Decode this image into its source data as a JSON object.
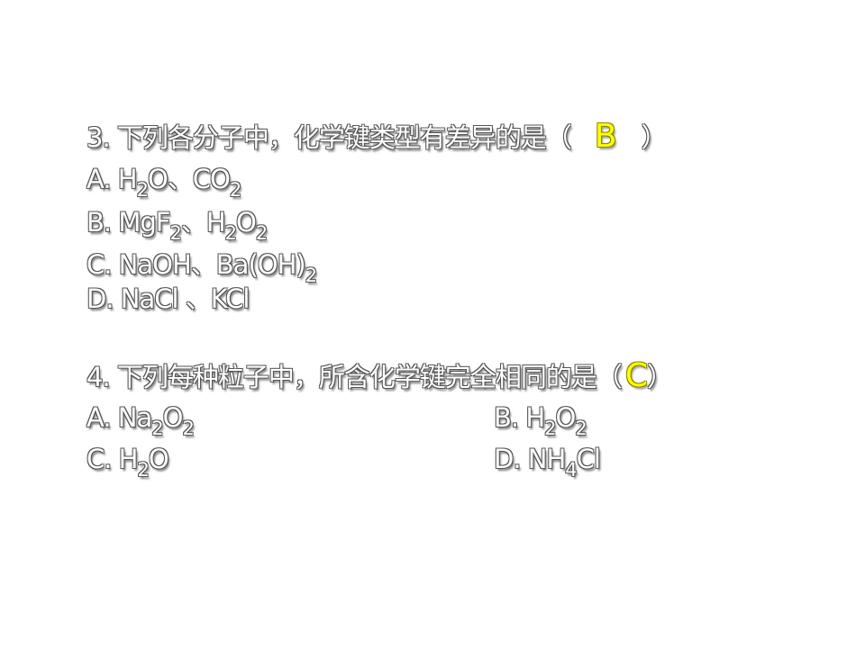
{
  "q3": {
    "stem_prefix": "3. 下列各分子中，化学键类型有差异的是（",
    "answer": "B",
    "stem_suffix": "）",
    "options": {
      "A": {
        "label": "A. H",
        "s1": "2",
        "m1": "O、CO",
        "s2": "2"
      },
      "B": {
        "label": "B. MgF",
        "s1": "2",
        "m1": "、H",
        "s2": "2",
        "m2": "O",
        "s3": "2"
      },
      "C": {
        "label": "C. NaOH、Ba(OH)",
        "s1": "2"
      },
      "D": {
        "text": "D. NaCl 、KCl"
      }
    }
  },
  "q4": {
    "stem_prefix": "4. 下列每种粒子中，所含化学键完全相同的是（",
    "answer": "C",
    "stem_suffix": "）",
    "options": {
      "A": {
        "label": "A. Na",
        "s1": "2",
        "m1": "O",
        "s2": "2"
      },
      "B": {
        "label": "B. H",
        "s1": "2",
        "m1": "O",
        "s2": "2"
      },
      "C": {
        "label": "C. H",
        "s1": "2",
        "m1": "O"
      },
      "D": {
        "label": "D. NH",
        "s1": "4",
        "m1": "Cl"
      }
    }
  },
  "colors": {
    "text": "#ffffff",
    "shadow": "#555555",
    "answer": "#ffff00"
  }
}
